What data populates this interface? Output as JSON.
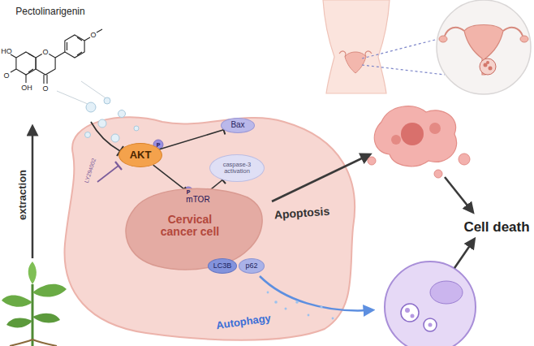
{
  "diagram": {
    "nodes": [
      {
        "text": [
          "AKT"
        ]
      },
      {
        "text": [
          "Bax"
        ]
      },
      {
        "text": [
          "caspase-3 activation"
        ]
      },
      {
        "text": [
          "mTOR"
        ]
      },
      {
        "text": [
          "Cervical cancer cell"
        ]
      },
      {
        "text": [
          "LC3B"
        ]
      },
      {
        "text": [
          "p62"
        ]
      }
    ],
    "edges": [
      {
        "from": 0,
        "to": 1,
        "arrow": "to"
      },
      {
        "from": 0,
        "to": 3,
        "arrow": "to"
      },
      {
        "from": 3,
        "to": 2,
        "arrow": "to"
      },
      {
        "from": 3,
        "to": 5,
        "arrow": "to"
      }
    ],
    "labels": [
      "Pectolinarigenin",
      "O",
      "O",
      "O",
      "OH",
      "O",
      "HO",
      "extraction",
      "LY294002",
      "P",
      "P",
      "Apoptosis",
      "Autophagy",
      "Cell death"
    ]
  }
}
